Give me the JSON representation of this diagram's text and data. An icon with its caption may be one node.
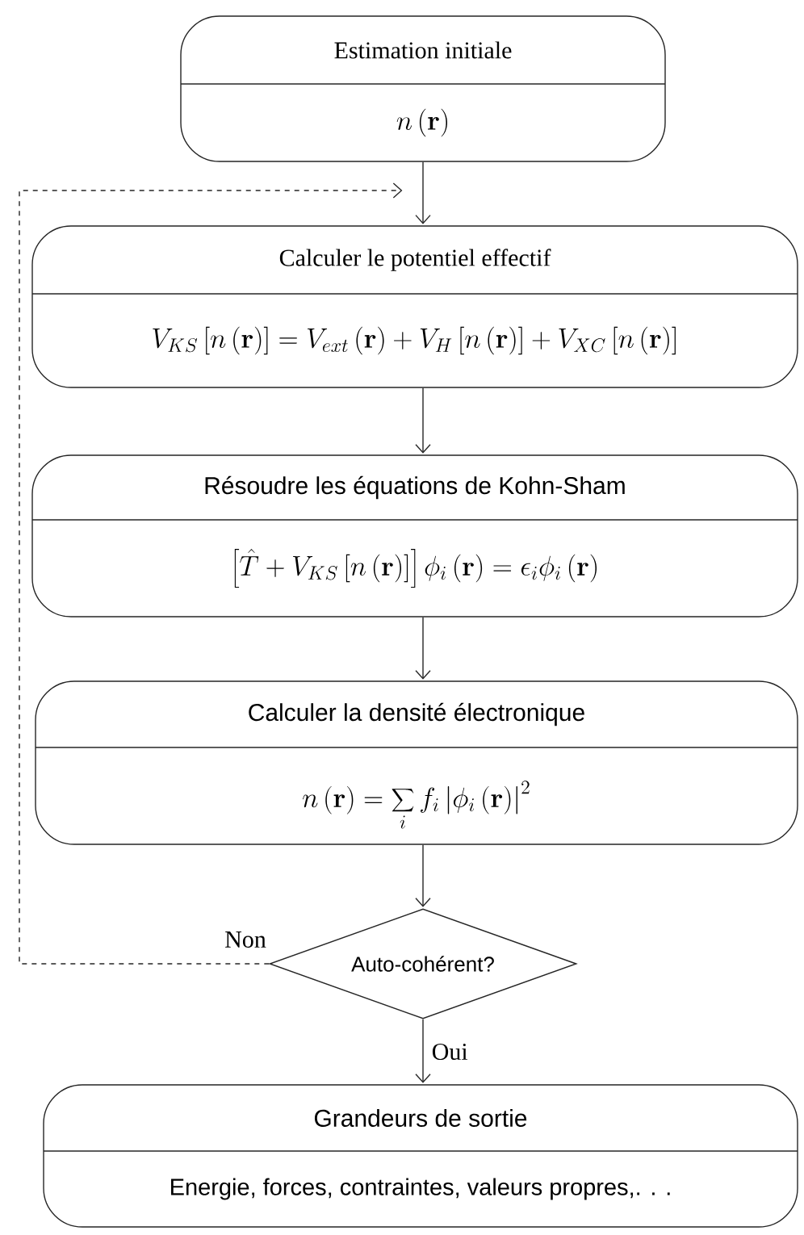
{
  "diagram": {
    "nodes": [
      {
        "text": [
          "Estimation initiale",
          "n\\left(\\mathbf{r}\\right)"
        ]
      },
      {
        "text": [
          "Calculer le potentiel effectif",
          "V_{KS}\\left[n\\left(\\mathbf{r}\\right)\\right]=V_{ext}\\left(\\mathbf{r}\\right)+V_{H}\\left[n\\left(\\mathbf{r}\\right)\\right]+V_{XC}\\left[n\\left(\\mathbf{r}\\right)\\right]"
        ]
      },
      {
        "text": [
          "Résoudre les équations de Kohn-Sham",
          "\\left[\\hat{T}+V_{KS}\\left[n\\left(\\mathbf{r}\\right)\\right]\\right]\\phi_i\\left(\\mathbf{r}\\right)=\\epsilon_i\\phi_i\\left(\\mathbf{r}\\right)"
        ]
      },
      {
        "text": [
          "Calculer la densité électronique",
          "n\\left(\\mathbf{r}\\right)=\\sum_i f_i\\left|\\phi_i\\left(\\mathbf{r}\\right)\\right|^2"
        ]
      },
      {
        "text": [
          "Auto-cohérent?"
        ]
      },
      {
        "text": [
          "Grandeurs de sortie",
          "Energie, forces, contraintes, valeurs propres,. . ."
        ]
      }
    ],
    "edges": [
      {
        "from": 0,
        "to": 1,
        "arrow": "to"
      },
      {
        "from": 1,
        "to": 2,
        "arrow": "to"
      },
      {
        "from": 2,
        "to": 3,
        "arrow": "to"
      },
      {
        "from": 3,
        "to": 4,
        "arrow": "to"
      },
      {
        "from": 4,
        "to": 5,
        "arrow": "to",
        "label": "Oui"
      },
      {
        "from": 4,
        "to": null,
        "arrow": "to",
        "label": "Non",
        "style": "dashed"
      }
    ]
  }
}
